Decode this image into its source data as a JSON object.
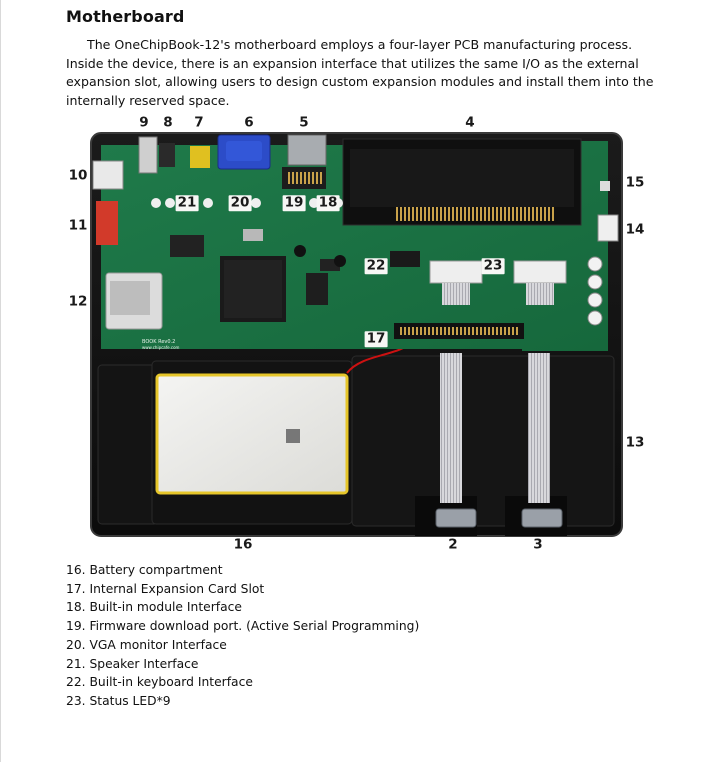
{
  "document": {
    "title": "Motherboard",
    "intro": "The OneChipBook-12's motherboard employs a four-layer PCB manufacturing process. Inside the device, there is an expansion interface that utilizes the same I/O as the external expansion slot, allowing users to design custom expansion modules and install them into the internally reserved space."
  },
  "figure": {
    "callouts": [
      {
        "id": "c2",
        "label": "2"
      },
      {
        "id": "c3",
        "label": "3"
      },
      {
        "id": "c4",
        "label": "4"
      },
      {
        "id": "c5",
        "label": "5"
      },
      {
        "id": "c6",
        "label": "6"
      },
      {
        "id": "c7",
        "label": "7"
      },
      {
        "id": "c8",
        "label": "8"
      },
      {
        "id": "c9",
        "label": "9"
      },
      {
        "id": "c10",
        "label": "10"
      },
      {
        "id": "c11",
        "label": "11"
      },
      {
        "id": "c12",
        "label": "12"
      },
      {
        "id": "c13",
        "label": "13"
      },
      {
        "id": "c14",
        "label": "14"
      },
      {
        "id": "c15",
        "label": "15"
      },
      {
        "id": "c16",
        "label": "16"
      },
      {
        "id": "c17",
        "label": "17"
      },
      {
        "id": "c18",
        "label": "18"
      },
      {
        "id": "c19",
        "label": "19"
      },
      {
        "id": "c20",
        "label": "20"
      },
      {
        "id": "c21",
        "label": "21"
      },
      {
        "id": "c22",
        "label": "22"
      },
      {
        "id": "c23",
        "label": "23"
      }
    ],
    "silkscreen": {
      "board_label": "BOOK Rev0.2",
      "site": "www.chipcafe.com"
    }
  },
  "legend": [
    "16. Battery compartment",
    "17. Internal Expansion Card Slot",
    "18. Built-in module Interface",
    "19. Firmware download port. (Active Serial Programming)",
    "20. VGA monitor Interface",
    "21. Speaker Interface",
    "22. Built-in keyboard Interface",
    "23. Status LED*9"
  ]
}
